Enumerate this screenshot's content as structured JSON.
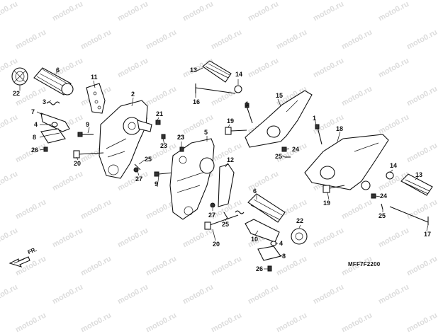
{
  "watermark_text": "moto0.ru",
  "diagram_code": "MFF7F2200",
  "front_arrow_label": "FR.",
  "callouts": [
    "22",
    "6",
    "3",
    "7",
    "4",
    "8",
    "26",
    "11",
    "2",
    "9",
    "20",
    "21",
    "23",
    "23",
    "25",
    "27",
    "9",
    "13",
    "14",
    "16",
    "19",
    "15",
    "1",
    "18",
    "5",
    "12",
    "23",
    "24",
    "25",
    "27",
    "25",
    "20",
    "6",
    "10",
    "4",
    "8",
    "26",
    "22",
    "13",
    "14",
    "19",
    "24",
    "25",
    "17"
  ]
}
